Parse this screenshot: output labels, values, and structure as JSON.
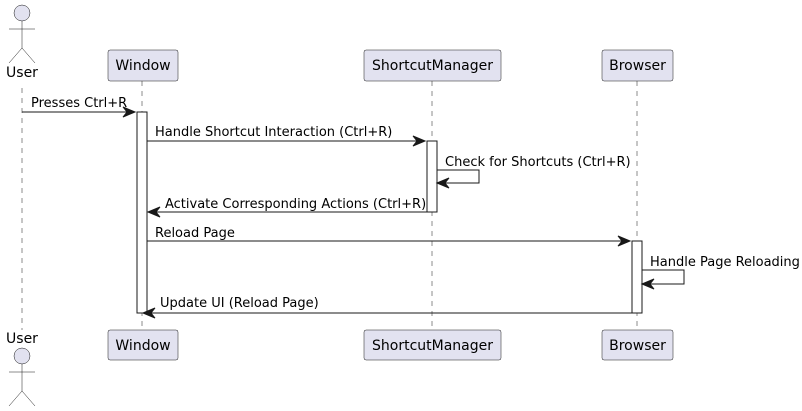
{
  "participants": {
    "user": "User",
    "window": "Window",
    "shortcut_manager": "ShortcutManager",
    "browser": "Browser"
  },
  "messages": [
    "Presses Ctrl+R",
    "Handle Shortcut Interaction (Ctrl+R)",
    "Check for Shortcuts (Ctrl+R)",
    "Activate Corresponding Actions (Ctrl+R)",
    "Reload Page",
    "Handle Page Reloading",
    "Update UI (Reload Page)"
  ],
  "colors": {
    "participant_fill": "#E2E2F0",
    "line": "#181818",
    "activation_fill": "#FFFFFF"
  }
}
